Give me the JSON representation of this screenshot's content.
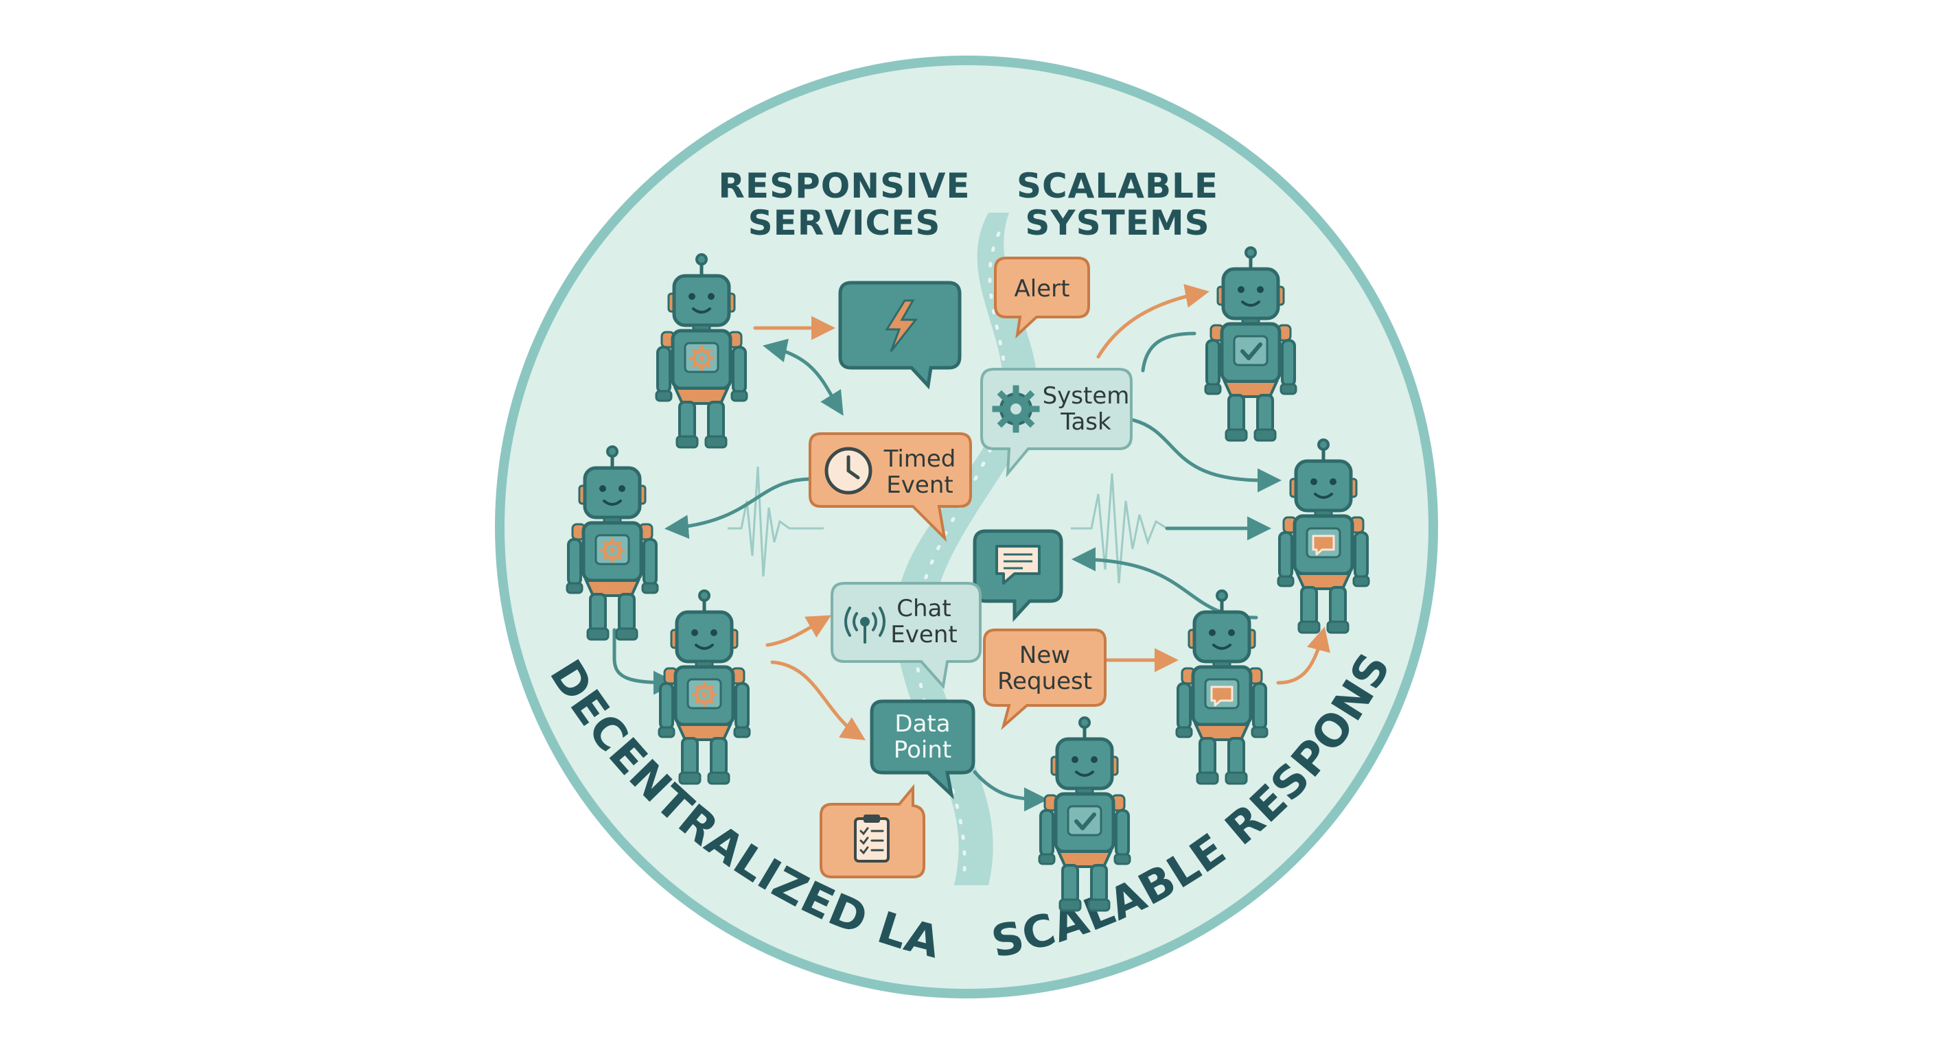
{
  "diagram": {
    "headings": {
      "responsive_services": [
        "RESPONSIVE",
        "SERVICES"
      ],
      "scalable_systems": [
        "SCALABLE",
        "SYSTEMS"
      ]
    },
    "arc_labels": {
      "left": "DECENTRALIZED LAYOUT",
      "right": "SCALABLE RESPONSIVENESS"
    },
    "bubbles": {
      "alert": "Alert",
      "system_task": [
        "System",
        "Task"
      ],
      "timed_event": [
        "Timed",
        "Event"
      ],
      "chat_event": [
        "Chat",
        "Event"
      ],
      "new_request": [
        "New",
        "Request"
      ],
      "data_point": [
        "Data",
        "Point"
      ]
    },
    "icons": [
      "robot-icon",
      "lightning-icon",
      "gear-icon",
      "clock-icon",
      "chat-icon",
      "antenna-icon",
      "clipboard-icon",
      "checkmark-icon"
    ],
    "colors": {
      "teal": "#4b8f8c",
      "teal_dark": "#2f6b6a",
      "teal_light": "#7fb9b5",
      "orange": "#e2955f",
      "orange_light": "#f4c9a2",
      "circle_fill": "#dcefe9",
      "circle_stroke": "#8cc6c1",
      "heading_text": "#24545a"
    }
  }
}
